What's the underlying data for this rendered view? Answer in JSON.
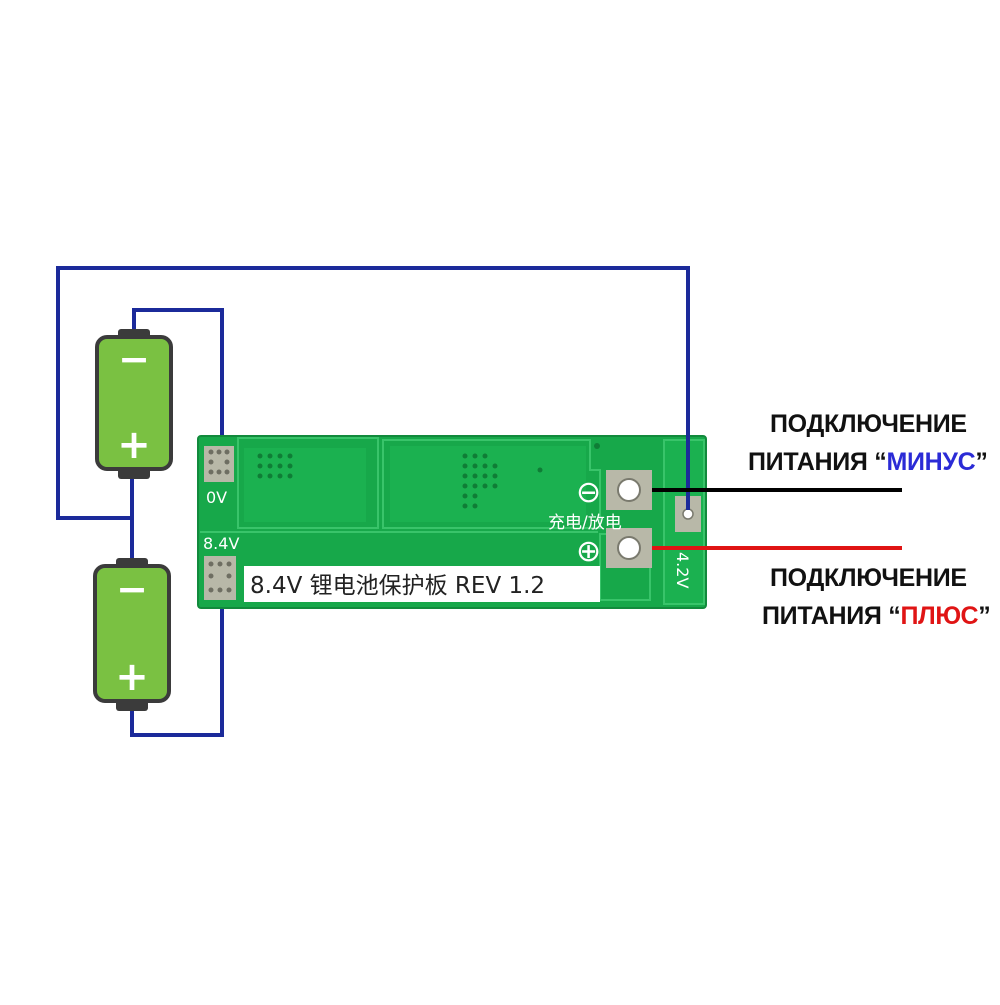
{
  "colors": {
    "wire_blue": "#1b2a9a",
    "wire_black": "#000000",
    "wire_red": "#e01414",
    "pcb_green": "#17a84a",
    "battery_green": "#7ac142",
    "minus_accent": "#2b2bd6",
    "plus_accent": "#e01414"
  },
  "pcb": {
    "pad_0v": "0V",
    "pad_84v": "8.4V",
    "silkscreen": "8.4V 锂电池保护板 REV 1.2",
    "charge_discharge": "充电/放电",
    "pad_42v": "4.2V",
    "minus_symbol": "⊖",
    "plus_symbol": "⊕"
  },
  "batteries": [
    {
      "name": "battery-top",
      "minus": "−",
      "plus": "+"
    },
    {
      "name": "battery-bottom",
      "minus": "−",
      "plus": "+"
    }
  ],
  "labels": {
    "minus": {
      "line1": "ПОДКЛЮЧЕНИЕ",
      "line2_prefix": "ПИТАНИЯ “",
      "accent": "МИНУС",
      "suffix": "”"
    },
    "plus": {
      "line1": "ПОДКЛЮЧЕНИЕ",
      "line2_prefix": "ПИТАНИЯ “",
      "accent": "ПЛЮС",
      "suffix": "”"
    }
  }
}
